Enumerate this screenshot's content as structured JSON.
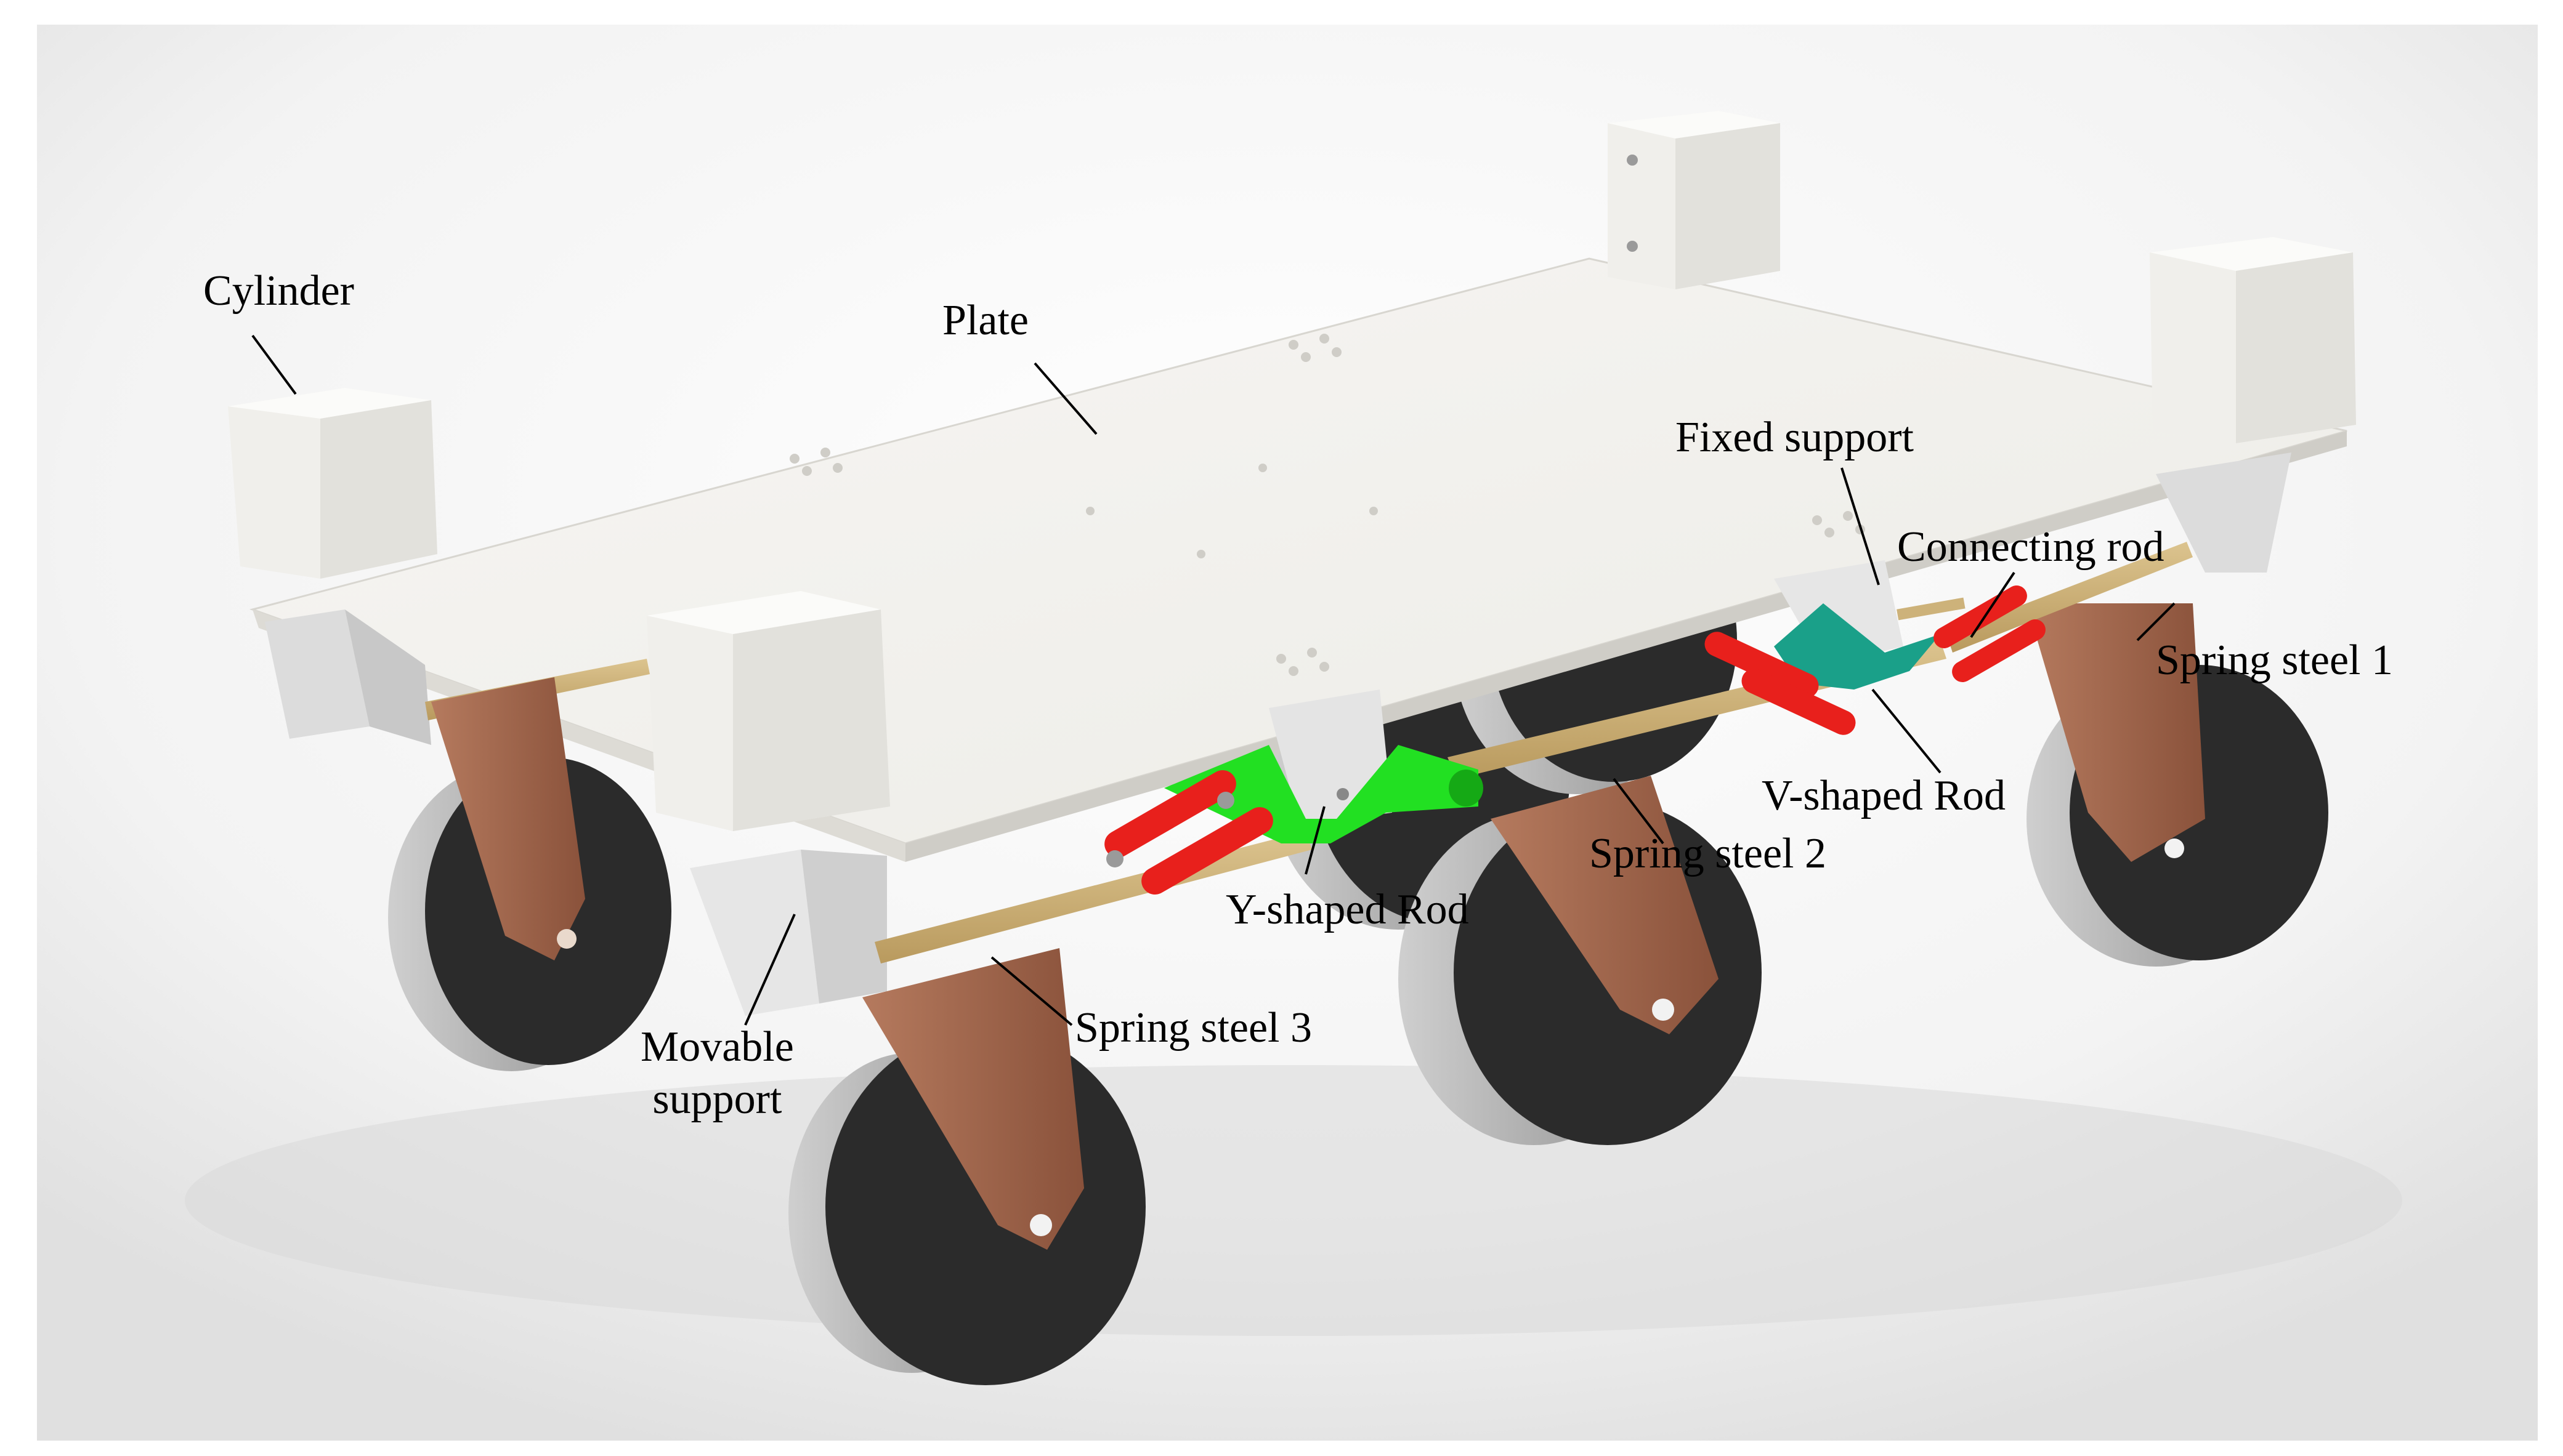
{
  "diagram": {
    "labels": {
      "cylinder": "Cylinder",
      "plate": "Plate",
      "fixed_support": "Fixed support",
      "connecting_rod": "Connecting rod",
      "spring_steel_1": "Spring steel  1",
      "v_shaped_rod": "V-shaped Rod",
      "spring_steel_2": "Spring steel  2",
      "y_shaped_rod": "Y-shaped Rod",
      "spring_steel_3": "Spring steel  3",
      "movable_support_line1": "Movable",
      "movable_support_line2": "support"
    },
    "colors": {
      "plate": "#f4f2ee",
      "wheel": "#2b2b2b",
      "wheel_rim": "#bdbdbd",
      "fork": "#a0644a",
      "spring_steel": "#cdb27a",
      "y_rod": "#22e022",
      "v_rod": "#1aa089",
      "connecting_link": "#e8201c",
      "support": "#e6e6e6"
    }
  }
}
